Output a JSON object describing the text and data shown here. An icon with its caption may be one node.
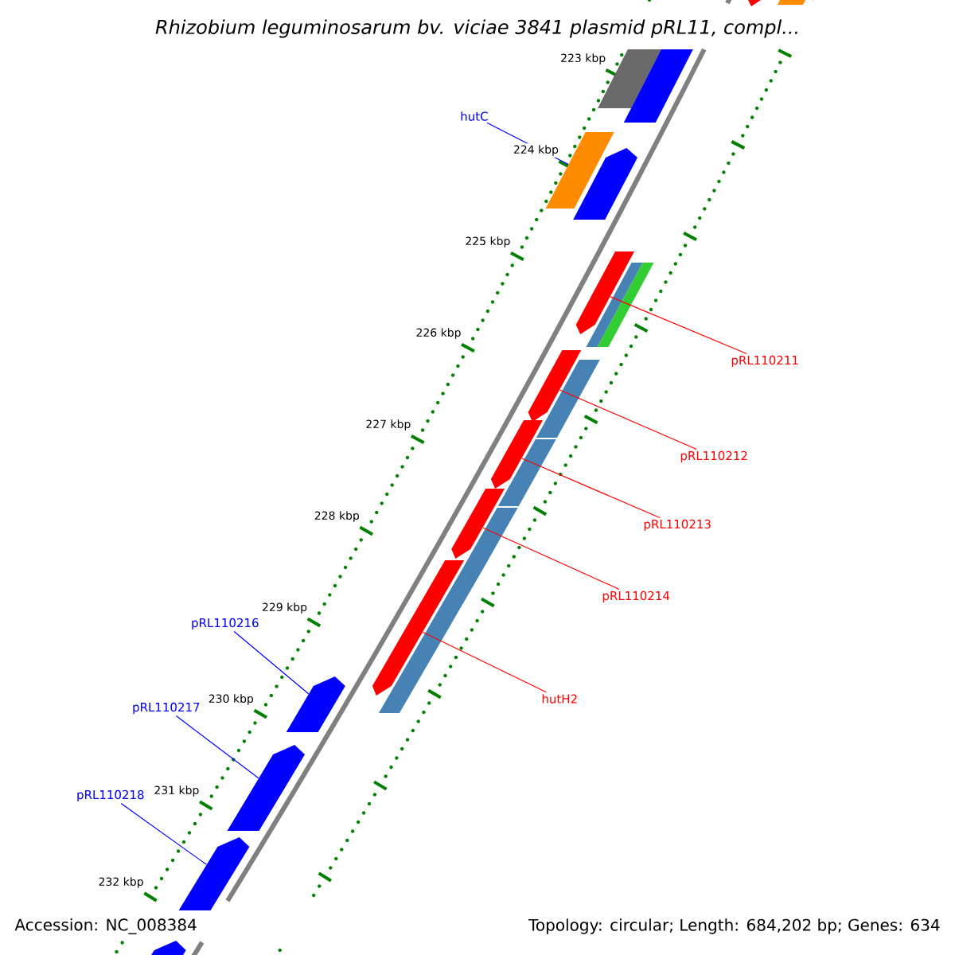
{
  "diagram": {
    "title": "Rhizobium leguminosarum bv. viciae 3841 plasmid pRL11, compl...",
    "nodes": [
      {
        "text": [
          "hutC"
        ]
      },
      {
        "text": [
          "pRL110211"
        ]
      },
      {
        "text": [
          "pRL110212"
        ]
      },
      {
        "text": [
          "pRL110213"
        ]
      },
      {
        "text": [
          "pRL110214"
        ]
      },
      {
        "text": [
          "hutH2"
        ]
      },
      {
        "text": [
          "pRL110216"
        ]
      },
      {
        "text": [
          "pRL110217"
        ]
      },
      {
        "text": [
          "pRL110218"
        ]
      },
      {
        "text": [],
        "shape": "bar"
      },
      {
        "text": [],
        "shape": "bar"
      },
      {
        "text": [],
        "shape": "bar"
      },
      {
        "text": [],
        "shape": "bar"
      },
      {
        "text": [],
        "shape": "bar"
      },
      {
        "text": [],
        "shape": "bar"
      },
      {
        "text": [],
        "shape": "bar"
      },
      {
        "text": [],
        "shape": "bar"
      },
      {
        "text": [],
        "shape": "bar"
      },
      {
        "text": [],
        "shape": "bar"
      },
      {
        "text": [],
        "shape": "bar"
      },
      {
        "text": [],
        "shape": "bar"
      },
      {
        "text": [],
        "shape": "bar"
      },
      {
        "text": [],
        "shape": "bar"
      },
      {
        "text": [],
        "shape": "bar"
      },
      {
        "text": [],
        "shape": "bar"
      },
      {
        "text": [],
        "shape": "bar"
      },
      {
        "text": [],
        "shape": "bar"
      },
      {
        "text": [],
        "shape": "bar"
      },
      {
        "text": [],
        "shape": "bar"
      },
      {
        "text": [],
        "shape": "bar"
      }
    ],
    "edges": [
      {
        "from": 0,
        "to": 20,
        "arrow": "none",
        "color": "#0000ff"
      },
      {
        "from": 1,
        "to": 10,
        "arrow": "none",
        "color": "#ff0000"
      },
      {
        "from": 2,
        "to": 11,
        "arrow": "none",
        "color": "#ff0000"
      },
      {
        "from": 3,
        "to": 12,
        "arrow": "none",
        "color": "#ff0000"
      },
      {
        "from": 4,
        "to": 13,
        "arrow": "none",
        "color": "#ff0000"
      },
      {
        "from": 5,
        "to": 14,
        "arrow": "none",
        "color": "#ff0000"
      },
      {
        "from": 6,
        "to": 15,
        "arrow": "none",
        "color": "#0000ff"
      },
      {
        "from": 7,
        "to": 16,
        "arrow": "none",
        "color": "#0000ff"
      },
      {
        "from": 8,
        "to": 17,
        "arrow": "none",
        "color": "#0000ff"
      }
    ],
    "labels": [
      "223 kbp",
      "224 kbp",
      "225 kbp",
      "226 kbp",
      "227 kbp",
      "228 kbp",
      "229 kbp",
      "230 kbp",
      "231 kbp",
      "232 kbp",
      "Accession: NC_008384",
      "Topology: circular; Length: 684,202 bp; Genes: 634"
    ]
  }
}
